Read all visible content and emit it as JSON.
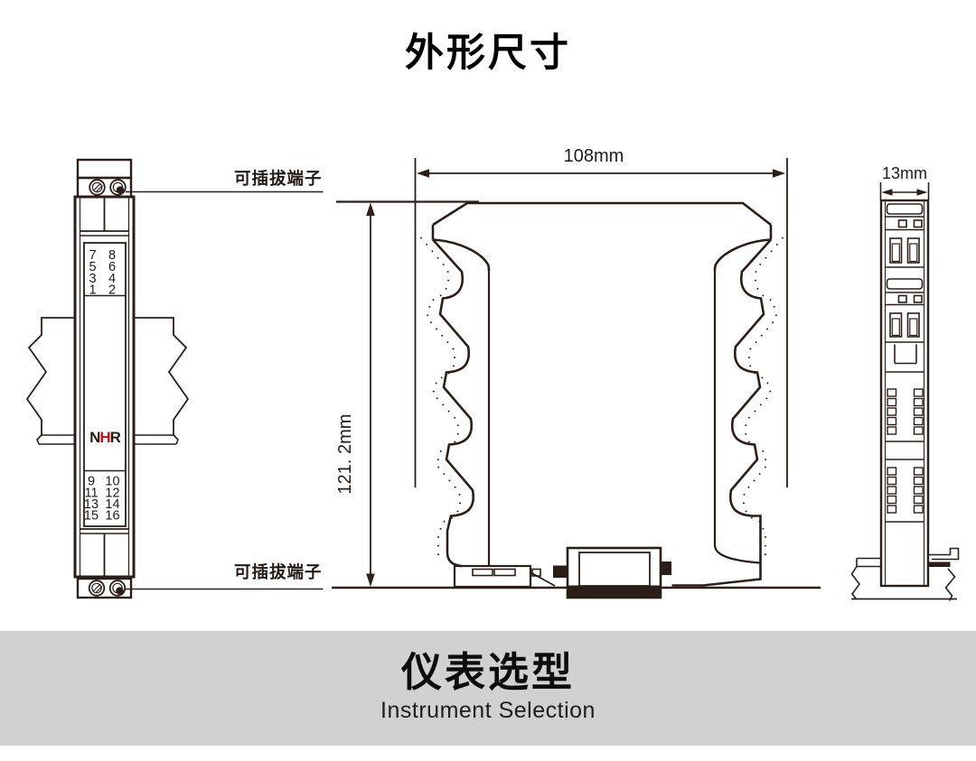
{
  "page": {
    "title": "外形尺寸",
    "background": "#ffffff"
  },
  "banner": {
    "title": "仪表选型",
    "subtitle": "Instrument Selection",
    "background": "#d1d0d2"
  },
  "colors": {
    "line": "#2b1e18",
    "logo_red": "#cf1019",
    "banner_bg": "#d1d0d2",
    "text": "#111111"
  },
  "front_view": {
    "terminal_label_top": "可插拔端子",
    "terminal_label_bottom": "可插拔端子",
    "logo": [
      "N",
      "H",
      "R"
    ],
    "upper_terminals": [
      [
        "7",
        "8"
      ],
      [
        "5",
        "6"
      ],
      [
        "3",
        "4"
      ],
      [
        "1",
        "2"
      ]
    ],
    "lower_terminals": [
      [
        "9",
        "10"
      ],
      [
        "11",
        "12"
      ],
      [
        "13",
        "14"
      ],
      [
        "15",
        "16"
      ]
    ]
  },
  "side_view": {
    "width_dim": "108mm",
    "height_dim": "121. 2mm"
  },
  "end_view": {
    "depth_dim": "13mm"
  }
}
